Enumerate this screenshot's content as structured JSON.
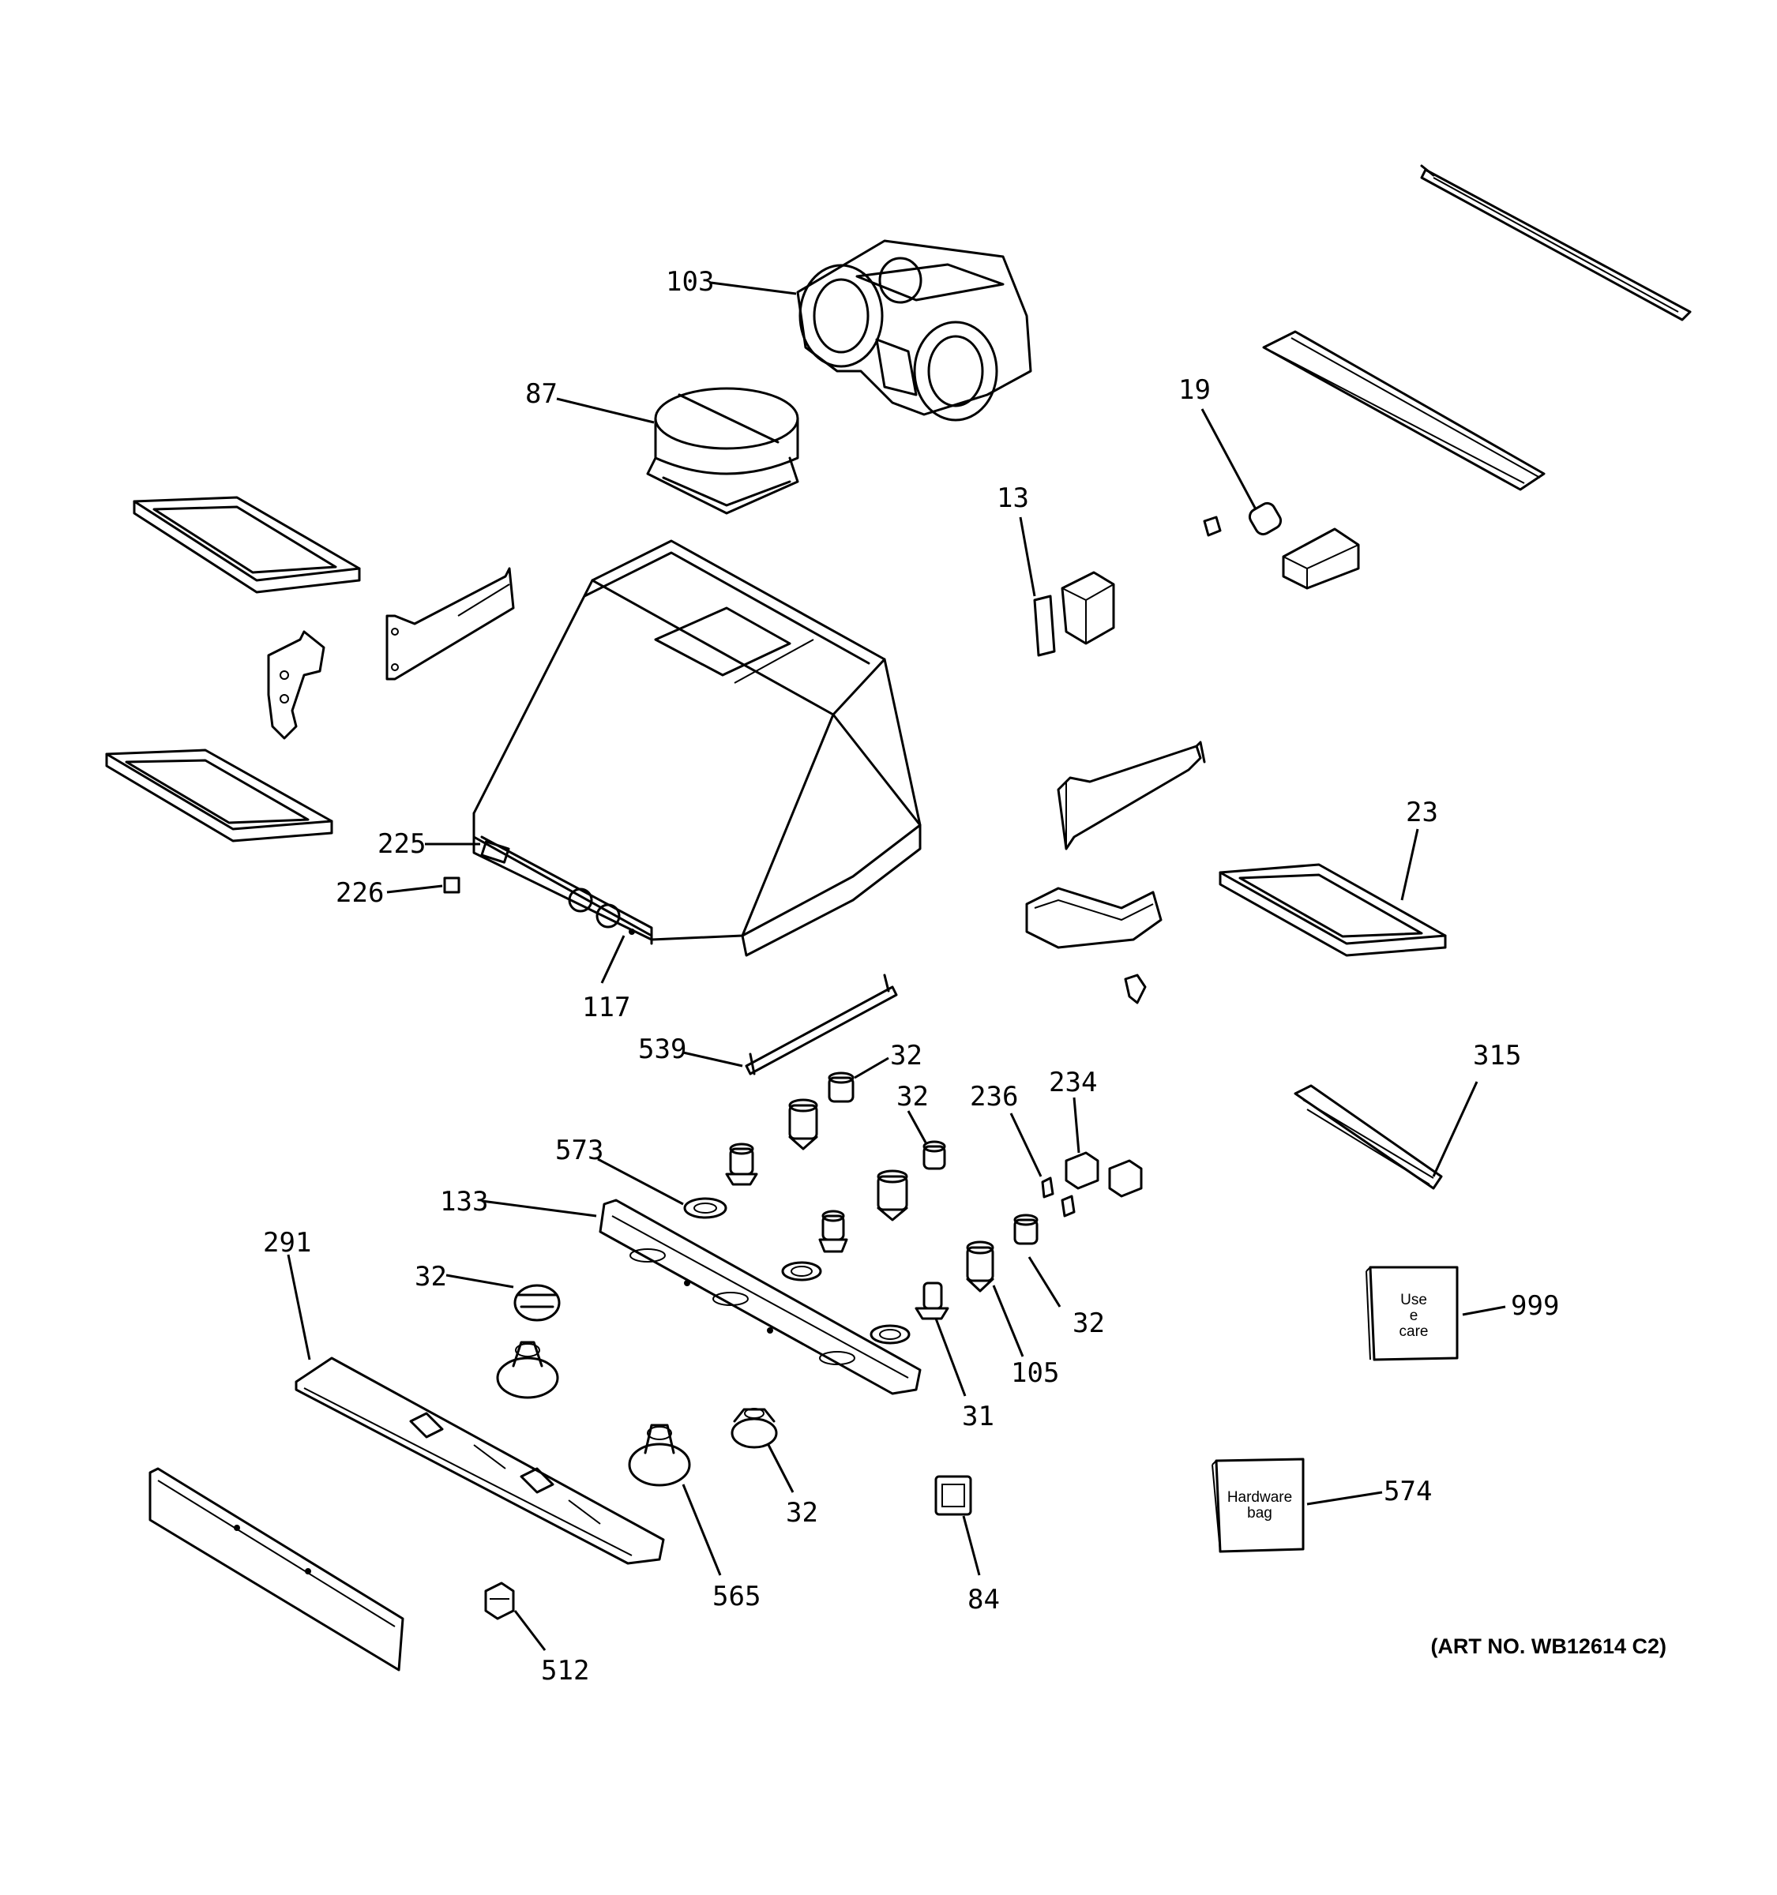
{
  "diagram": {
    "callouts": [
      {
        "text": "103"
      },
      {
        "text": "87"
      },
      {
        "text": "19"
      },
      {
        "text": "13"
      },
      {
        "text": "23"
      },
      {
        "text": "225"
      },
      {
        "text": "226"
      },
      {
        "text": "117"
      },
      {
        "text": "539"
      },
      {
        "text": "32"
      },
      {
        "text": "32"
      },
      {
        "text": "236"
      },
      {
        "text": "234"
      },
      {
        "text": "315"
      },
      {
        "text": "573"
      },
      {
        "text": "133"
      },
      {
        "text": "291"
      },
      {
        "text": "32"
      },
      {
        "text": "32"
      },
      {
        "text": "105"
      },
      {
        "text": "31"
      },
      {
        "text": "999"
      },
      {
        "text": "32"
      },
      {
        "text": "565"
      },
      {
        "text": "84"
      },
      {
        "text": "574"
      },
      {
        "text": "512"
      }
    ],
    "use_care_box": {
      "line1": "Use",
      "line2": "e",
      "line3": "care"
    },
    "hardware_box": {
      "line1": "Hardware",
      "line2": "bag"
    },
    "art_number": "(ART NO. WB12614 C2)"
  }
}
